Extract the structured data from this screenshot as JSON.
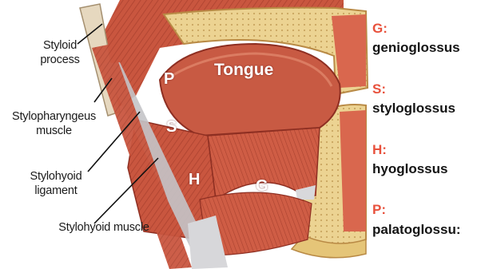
{
  "colors": {
    "accent": "#e8513c",
    "muscle": "#c8533f",
    "muscle_dark": "#8e2f22",
    "bone": "#e9cf8a",
    "ligament": "#cfcfd2"
  },
  "left_labels": {
    "styloid": "Styloid\nprocess",
    "stylopharyngeus": "Stylopharyngeus\nmuscle",
    "stylohyoid_ligament": "Stylohyoid\nligament",
    "stylohyoid_muscle": "Stylohyoid muscle"
  },
  "image_letters": {
    "tongue": "Tongue",
    "p": "P",
    "s": "S",
    "h": "H",
    "g": "G"
  },
  "legend": [
    {
      "letter": "G:",
      "name": "genioglossus"
    },
    {
      "letter": "S:",
      "name": "styloglossus"
    },
    {
      "letter": "H:",
      "name": "hyoglossus"
    },
    {
      "letter": "P:",
      "name": "palatoglossu:"
    }
  ]
}
